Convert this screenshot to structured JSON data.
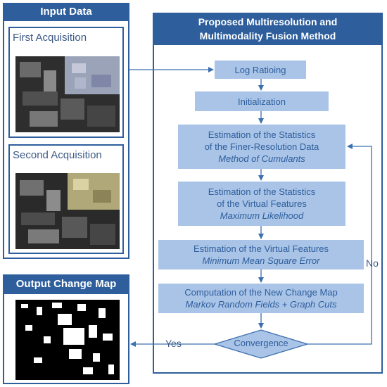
{
  "input_panel": {
    "title": "Input Data",
    "first_label": "First Acquisition",
    "second_label": "Second Acquisition"
  },
  "output_panel": {
    "title": "Output Change Map"
  },
  "method_panel": {
    "title_line1": "Proposed Multiresolution and",
    "title_line2": "Multimodality Fusion Method"
  },
  "steps": [
    {
      "line1": "Log Ratioing",
      "line2": "",
      "line3": ""
    },
    {
      "line1": "Initialization",
      "line2": "",
      "line3": ""
    },
    {
      "line1": "Estimation of the Statistics",
      "line2": "of the Finer-Resolution Data",
      "line3": "Method of Cumulants"
    },
    {
      "line1": "Estimation of the Statistics",
      "line2": "of the Virtual Features",
      "line3": "Maximum Likelihood"
    },
    {
      "line1": "Estimation of the Virtual Features",
      "line2": "",
      "line3": "Minimum Mean Square Error"
    },
    {
      "line1": "Computation of the New Change Map",
      "line2": "",
      "line3": "Markov Random Fields + Graph Cuts"
    }
  ],
  "decision": {
    "label": "Convergence",
    "yes": "Yes",
    "no": "No"
  },
  "colors": {
    "header": "#2e5e9c",
    "step": "#a9c4e7",
    "arrow": "#3c6fb0"
  }
}
